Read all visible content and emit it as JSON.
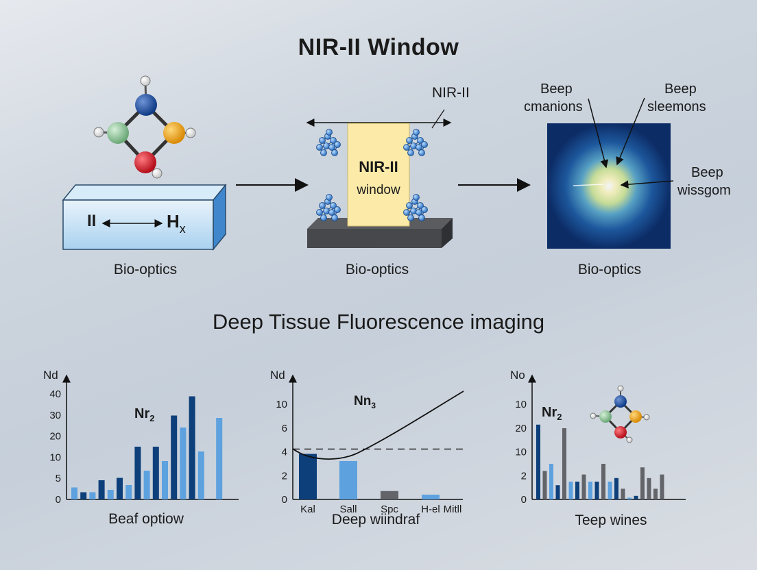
{
  "title": "NIR-II Window",
  "subtitle": "Deep Tissue Fluorescence imaging",
  "panels": {
    "left": {
      "caption": "Bio-optics",
      "arrow_left_label": "II",
      "arrow_right_label": "H",
      "arrow_right_sub": "x"
    },
    "middle": {
      "caption": "Bio-optics",
      "top_label": "NIR-II",
      "window_title": "NIR-II",
      "window_sub": "window"
    },
    "right": {
      "caption": "Bio-optics",
      "label_1a": "Beep",
      "label_1b": "cmanions",
      "label_2a": "Beep",
      "label_2b": "sleemons",
      "label_3a": "Beep",
      "label_3b": "wissgom"
    }
  },
  "colors": {
    "dark_blue": "#0d3f7a",
    "light_blue": "#5ea1df",
    "gray_bar": "#62646a",
    "window_yellow": "#fbeaa8",
    "atom_blue": "#1b4fa0",
    "atom_green": "#8fc79a",
    "atom_orange": "#f0a61c",
    "atom_red": "#e11a2a"
  },
  "chart_data": [
    {
      "type": "bar",
      "ylabel": "Nd",
      "xlabel": "Beaf optiow",
      "annotation": "Nr",
      "annotation_sub": "2",
      "yticks": [
        "0",
        "5",
        "10",
        "20",
        "30",
        "40"
      ],
      "series": [
        {
          "values": [
            3,
            8,
            9,
            22,
            22,
            35,
            43
          ]
        },
        {
          "values": [
            5,
            3,
            4,
            6,
            12,
            16,
            30,
            20,
            34
          ]
        }
      ]
    },
    {
      "type": "bar",
      "ylabel": "Nd",
      "xlabel": "Deep wiindraf",
      "annotation": "Nn",
      "annotation_sub": "3",
      "yticks": [
        "0",
        "2",
        "4",
        "6",
        "10"
      ],
      "categories": [
        "Kal",
        "Sall",
        "Spc",
        "H-el",
        "Mitll"
      ],
      "values": [
        3.8,
        3.2,
        0.7,
        0.4
      ],
      "reference_line": 4.2
    },
    {
      "type": "bar",
      "ylabel": "No",
      "xlabel": "Teep wines",
      "annotation": "Nr",
      "annotation_sub": "2",
      "yticks": [
        "0",
        "2",
        "10",
        "20",
        "10"
      ],
      "series": [
        {
          "values": [
            21,
            4,
            5,
            5,
            6,
            1
          ]
        },
        {
          "values": [
            8,
            20,
            7,
            10,
            3,
            9,
            6,
            3,
            7
          ]
        },
        {
          "values": [
            10,
            5,
            5,
            5,
            0.5
          ]
        }
      ]
    }
  ]
}
